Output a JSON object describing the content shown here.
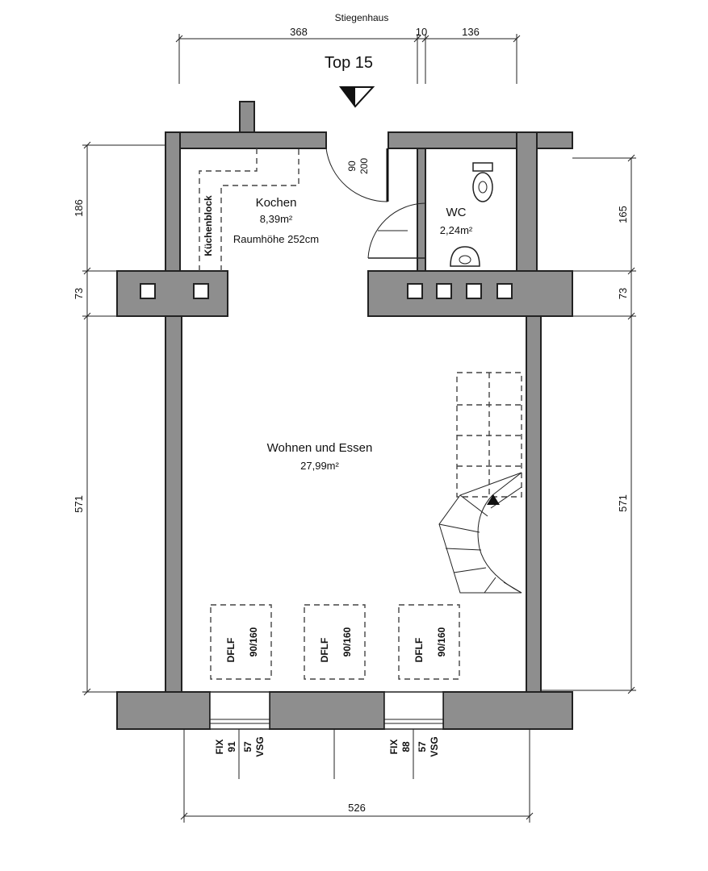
{
  "header": {
    "stairwell": "Stiegenhaus",
    "unit": "Top 15"
  },
  "dimensions": {
    "top_left": "368",
    "top_mid": "10",
    "top_right": "136",
    "left_upper": "186",
    "left_mid": "73",
    "left_lower": "571",
    "right_upper": "165",
    "right_mid": "73",
    "right_lower": "571",
    "bottom": "526"
  },
  "rooms": {
    "kitchen": {
      "name": "Kochen",
      "area": "8,39m²",
      "height": "Raumhöhe 252cm",
      "block": "Küchenblock"
    },
    "wc": {
      "name": "WC",
      "area": "2,24m²"
    },
    "living": {
      "name": "Wohnen und Essen",
      "area": "27,99m²"
    }
  },
  "door": {
    "width": "90",
    "height": "200"
  },
  "skylights": [
    {
      "type": "DFLF",
      "size": "90/160"
    },
    {
      "type": "DFLF",
      "size": "90/160"
    },
    {
      "type": "DFLF",
      "size": "90/160"
    }
  ],
  "windows": [
    {
      "fix": "FIX",
      "w": "91",
      "sill": "57",
      "glass": "VSG"
    },
    {
      "fix": "FIX",
      "w": "88",
      "sill": "57",
      "glass": "VSG"
    }
  ]
}
